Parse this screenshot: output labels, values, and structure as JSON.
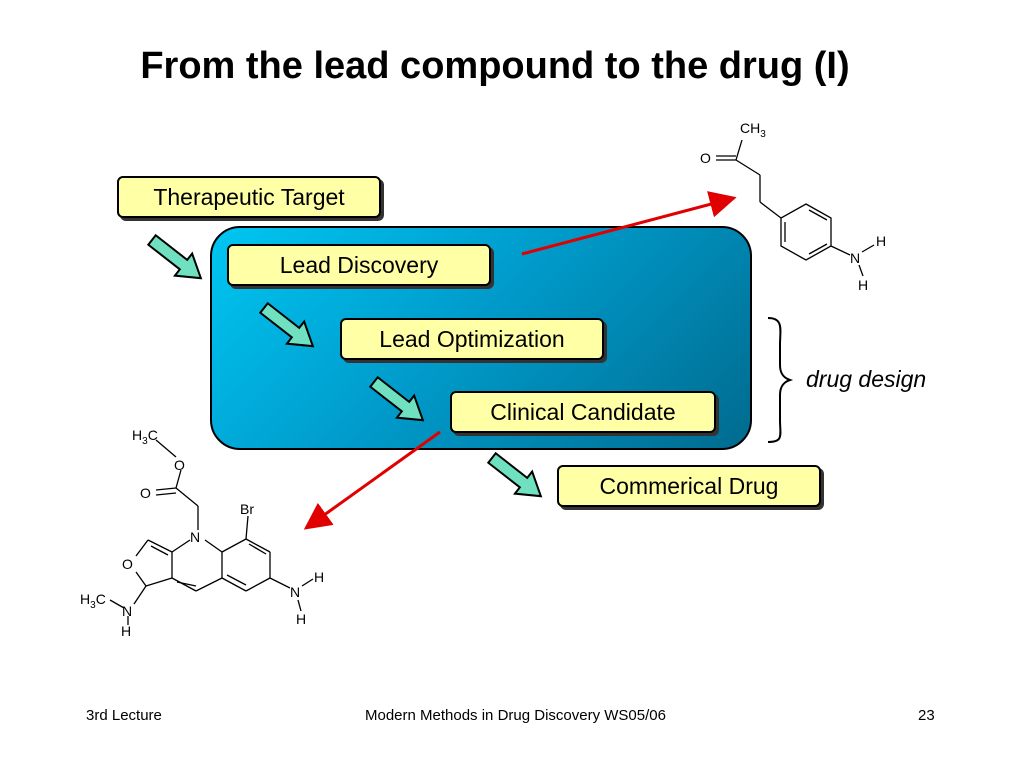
{
  "slide": {
    "title": "From the lead compound to the drug (I)"
  },
  "boxes": {
    "therapeutic_target": "Therapeutic Target",
    "lead_discovery": "Lead Discovery",
    "lead_optimization": "Lead Optimization",
    "clinical_candidate": "Clinical Candidate",
    "commercial_drug": "Commerical Drug"
  },
  "bracket_label": "drug design",
  "molecules": {
    "top_right": {
      "atoms": [
        "CH3",
        "O",
        "N",
        "H",
        "H"
      ]
    },
    "bottom_left": {
      "atoms": [
        "H3C",
        "O",
        "O",
        "N",
        "Br",
        "O",
        "N",
        "H",
        "H3C",
        "N",
        "H",
        "H"
      ]
    }
  },
  "footer": {
    "left": "3rd Lecture",
    "center": "Modern Methods in Drug Discovery WS05/06",
    "right": "23"
  },
  "colors": {
    "box_fill": "#ffffa6",
    "panel_gradient_start": "#00c6f2",
    "panel_gradient_end": "#006b8f",
    "flow_arrow_fill": "#6fe0c0",
    "pointer_arrow": "#e00000"
  }
}
